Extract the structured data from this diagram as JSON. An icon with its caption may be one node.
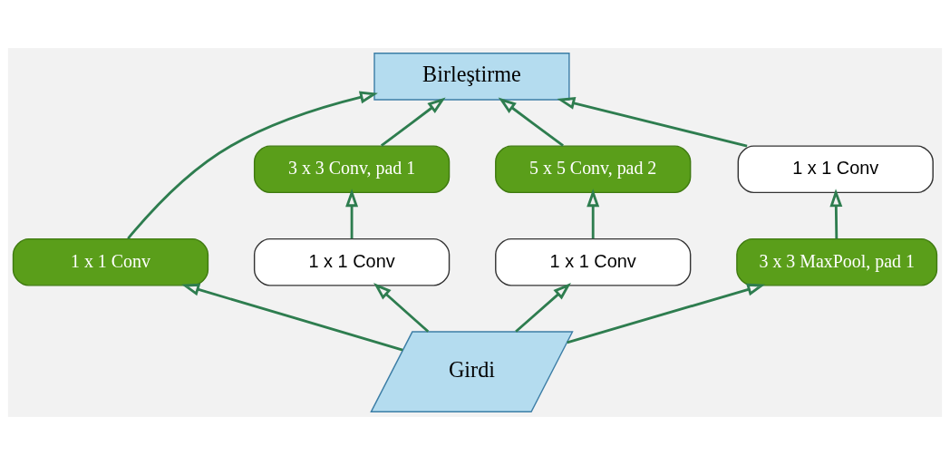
{
  "diagram": {
    "nodes": [
      {
        "text": [
          "Birleştirme"
        ]
      },
      {
        "text": [
          "1 x 1 Conv"
        ]
      },
      {
        "text": [
          "3 x 3 Conv, pad 1"
        ]
      },
      {
        "text": [
          "5 x 5 Conv, pad 2"
        ]
      },
      {
        "text": [
          "1 x 1 Conv"
        ]
      },
      {
        "text": [
          "1 x 1 Conv"
        ]
      },
      {
        "text": [
          "1 x 1 Conv"
        ]
      },
      {
        "text": [
          "3 x 3 MaxPool, pad 1"
        ]
      },
      {
        "text": [
          "Girdi"
        ]
      }
    ],
    "edges": [
      {
        "from": 8,
        "to": 1,
        "arrow": "to"
      },
      {
        "from": 8,
        "to": 5,
        "arrow": "to"
      },
      {
        "from": 8,
        "to": 6,
        "arrow": "to"
      },
      {
        "from": 8,
        "to": 7,
        "arrow": "to"
      },
      {
        "from": 5,
        "to": 2,
        "arrow": "to"
      },
      {
        "from": 6,
        "to": 3,
        "arrow": "to"
      },
      {
        "from": 7,
        "to": 4,
        "arrow": "to"
      },
      {
        "from": 1,
        "to": 0,
        "arrow": "to"
      },
      {
        "from": 2,
        "to": 0,
        "arrow": "to"
      },
      {
        "from": 3,
        "to": 0,
        "arrow": "to"
      },
      {
        "from": 4,
        "to": 0,
        "arrow": "to"
      }
    ]
  }
}
